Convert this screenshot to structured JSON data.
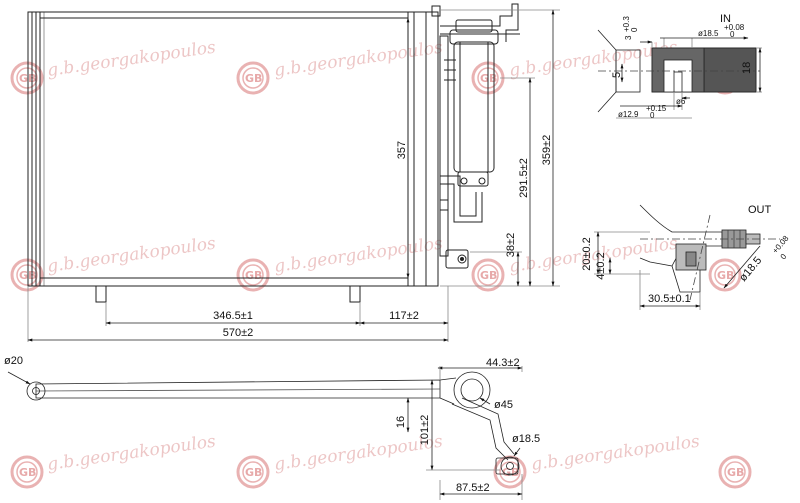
{
  "watermark": {
    "text": "g.b.georgakopoulos",
    "logo_letters": "GB"
  },
  "main_view": {
    "dims": {
      "height_core": "357",
      "width_total": "570±2",
      "width_left": "346.5±1",
      "width_right": "117±2",
      "height_total": "359±2",
      "height_filter": "291.5±2",
      "height_bracket": "38±2"
    }
  },
  "detail_in": {
    "title": "IN",
    "dia_top": "ø18.5",
    "dia_top_tol_upper": "+0.08",
    "dia_top_tol_lower": "0",
    "dim_top_small": "3",
    "dim_top_small_tol_upper": "+0.3",
    "dim_top_small_tol_lower": "0",
    "dim_side": "18",
    "dim_left": "5",
    "dia_bottom": "ø12.9",
    "dia_bottom_tol_upper": "+0.15",
    "dia_bottom_tol_lower": "0",
    "dia_inner": "ø6"
  },
  "detail_out": {
    "title": "OUT",
    "dim_height1": "20±0.2",
    "dim_height2": "4±0.2",
    "dim_width": "30.5±0.1",
    "dia": "ø18.5",
    "dia_tol_upper": "+0.08",
    "dia_tol_lower": "0"
  },
  "side_view": {
    "dia_left": "ø20",
    "dim_offset": "44.3±2",
    "dia_top": "ø45",
    "dim_16": "16",
    "dim_101": "101±2",
    "dia_bottom": "ø18.5",
    "dim_875": "87.5±2"
  }
}
